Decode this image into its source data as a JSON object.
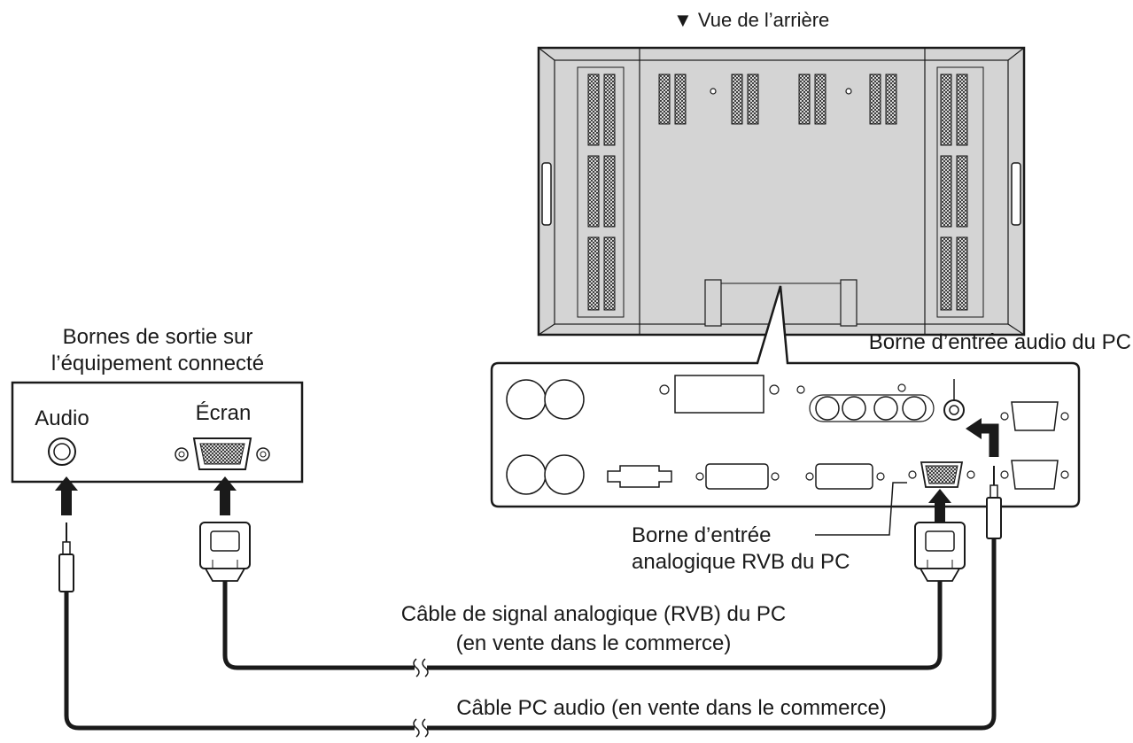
{
  "view_label": "▼ Vue de l’arrière",
  "output_box": {
    "title_line1": "Bornes de sortie sur",
    "title_line2": "l’équipement connecté",
    "audio_label": "Audio",
    "screen_label": "Écran"
  },
  "terminals": {
    "audio_input": "Borne d’entrée audio du PC",
    "rgb_input_line1": "Borne d’entrée",
    "rgb_input_line2": "analogique RVB du PC"
  },
  "cables": {
    "rgb_cable_line1": "Câble de signal analogique (RVB) du PC",
    "rgb_cable_line2": "(en vente dans le commerce)",
    "audio_cable": "Câble PC audio (en vente dans le commerce)"
  },
  "colors": {
    "line": "#1a1a1a",
    "panel_fill": "#d4d4d4",
    "background": "#ffffff"
  }
}
